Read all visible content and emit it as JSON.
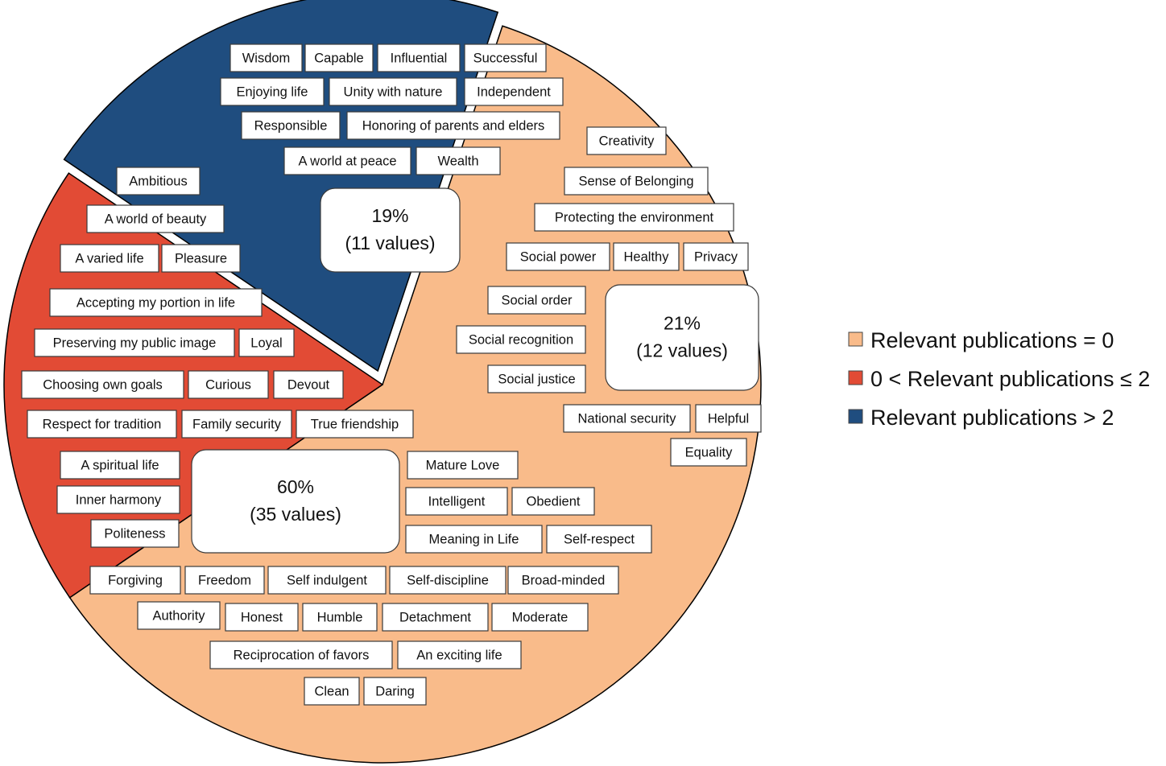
{
  "chart_data": {
    "type": "pie",
    "title": "",
    "colors": {
      "zero": "#f9bb8a",
      "low": "#e24b35",
      "high": "#1f4d7f"
    },
    "slices": [
      {
        "key": "high",
        "percent": 21,
        "percent_label": "21%",
        "count_label": "(12 values)",
        "count": 12,
        "legend": "Relevant publications > 2",
        "values": [
          "Creativity",
          "Sense of Belonging",
          "Protecting the environment",
          "Social power",
          "Healthy",
          "Privacy",
          "Social order",
          "Social recognition",
          "Social justice",
          "National security",
          "Helpful",
          "Equality"
        ]
      },
      {
        "key": "zero",
        "percent": 60,
        "percent_label": "60%",
        "count_label": "(35 values)",
        "count": 35,
        "legend": "Relevant publications = 0",
        "values": [
          "Ambitious",
          "A world of beauty",
          "A varied life",
          "Pleasure",
          "Accepting my portion in life",
          "Preserving my public image",
          "Loyal",
          "Choosing own goals",
          "Curious",
          "Devout",
          "Respect for tradition",
          "Family security",
          "True friendship",
          "A spiritual life",
          "Inner harmony",
          "Politeness",
          "Mature Love",
          "Intelligent",
          "Obedient",
          "Meaning in Life",
          "Self-respect",
          "Forgiving",
          "Freedom",
          "Self indulgent",
          "Self-discipline",
          "Broad-minded",
          "Authority",
          "Honest",
          "Humble",
          "Detachment",
          "Moderate",
          "Reciprocation of favors",
          "An exciting life",
          "Clean",
          "Daring"
        ]
      },
      {
        "key": "low",
        "percent": 19,
        "percent_label": "19%",
        "count_label": "(11 values)",
        "count": 11,
        "legend": "0 < Relevant publications ≤ 2",
        "values": [
          "Wisdom",
          "Capable",
          "Influential",
          "Successful",
          "Enjoying life",
          "Unity with nature",
          "Independent",
          "Responsible",
          "Honoring of parents and elders",
          "A world at peace",
          "Wealth"
        ]
      }
    ],
    "legend": [
      "Relevant publications = 0",
      "0 < Relevant publications ≤ 2",
      "Relevant publications > 2"
    ],
    "legend_placement": "right"
  }
}
